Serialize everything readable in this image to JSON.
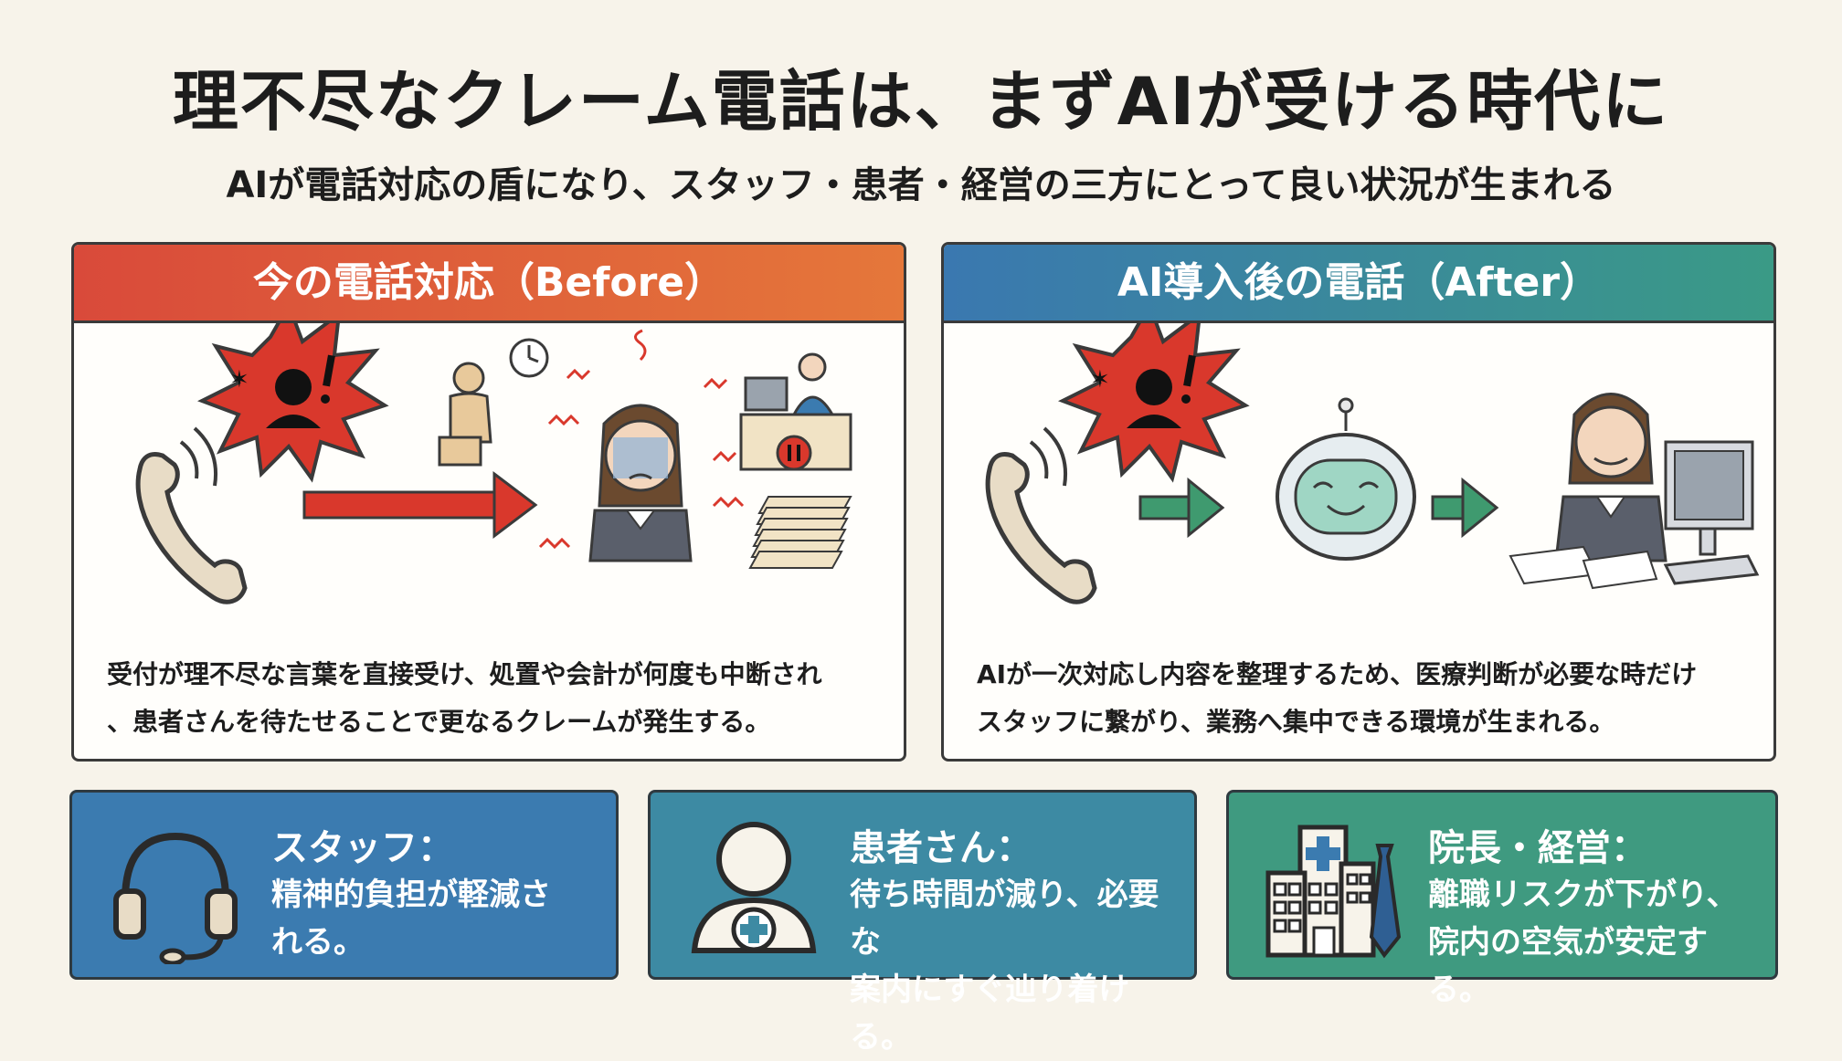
{
  "header": {
    "title": "理不尽なクレーム電話は、まずAIが受ける時代に",
    "subtitle": "AIが電話対応の盾になり、スタッフ・患者・経営の三方にとって良い状況が生まれる"
  },
  "before": {
    "heading": "今の電話対応（Before）",
    "text_line1": "受付が理不尽な言葉を直接受け、処置や会計が何度も中断され",
    "text_line2": "、患者さんを待たせることで更なるクレームが発生する。"
  },
  "after": {
    "heading": "AI導入後の電話（After）",
    "text_line1": "AIが一次対応し内容を整理するため、医療判断が必要な時だけ",
    "text_line2": "スタッフに繋がり、業務へ集中できる環境が生まれる。"
  },
  "benefits": [
    {
      "title": "スタッフ：",
      "line1": "精神的負担が軽減さ",
      "line2": "れる。",
      "icon": "headset-icon"
    },
    {
      "title": "患者さん：",
      "line1": "待ち時間が減り、必要な",
      "line2": "案内にすぐ辿り着ける。",
      "icon": "patient-icon"
    },
    {
      "title": "院長・経営：",
      "line1": "離職リスクが下がり、",
      "line2": "院内の空気が安定する。",
      "icon": "hospital-icon"
    }
  ],
  "colors": {
    "before_header": "#d94a3a",
    "after_header": "#3a78b0",
    "staff_card": "#3b7bb0",
    "patient_card": "#3d8aa3",
    "mgmt_card": "#3f9a80"
  }
}
